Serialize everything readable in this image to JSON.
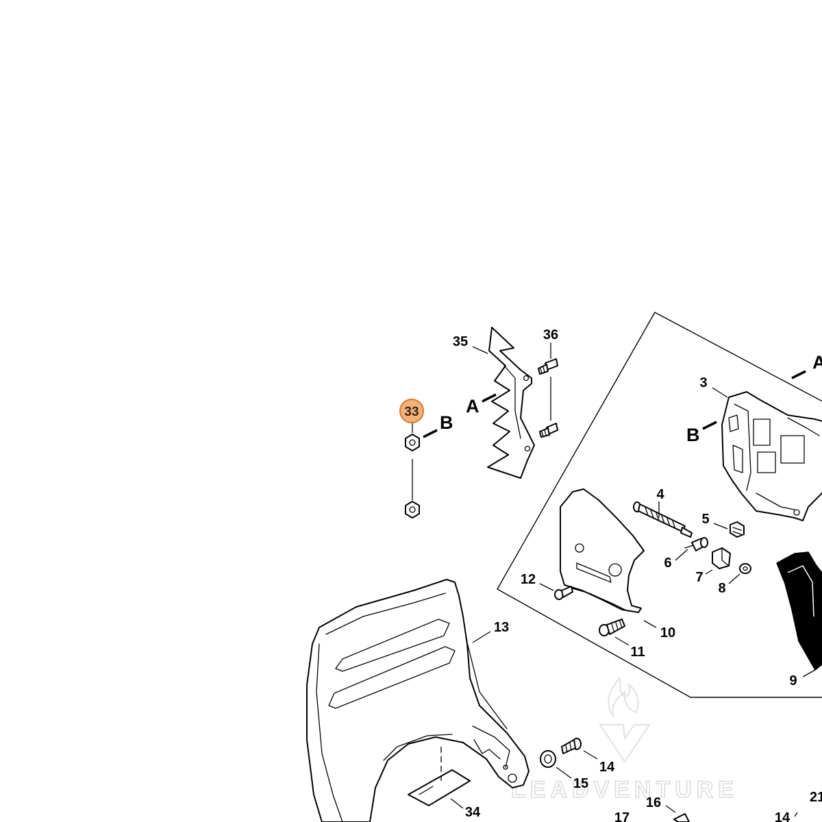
{
  "diagram": {
    "highlighted_part": "33",
    "part_labels": {
      "p3": "3",
      "p4": "4",
      "p5": "5",
      "p6": "6",
      "p7": "7",
      "p8": "8",
      "p9": "9",
      "p10": "10",
      "p11": "11",
      "p12": "12",
      "p13": "13",
      "p14a": "14",
      "p14b": "14",
      "p15": "15",
      "p16": "16",
      "p17": "17",
      "p21": "21",
      "p33": "33",
      "p34": "34",
      "p35": "35",
      "p36": "36"
    },
    "reference_labels": {
      "a_spike": "A",
      "a_box": "A",
      "b_nut": "B",
      "b_box": "B"
    },
    "highlight_colors": {
      "fill": "#f2b27a",
      "stroke": "#d9762a"
    },
    "watermark": {
      "text": "LEADVENTURE",
      "icon": "flame-v-logo-icon"
    }
  }
}
